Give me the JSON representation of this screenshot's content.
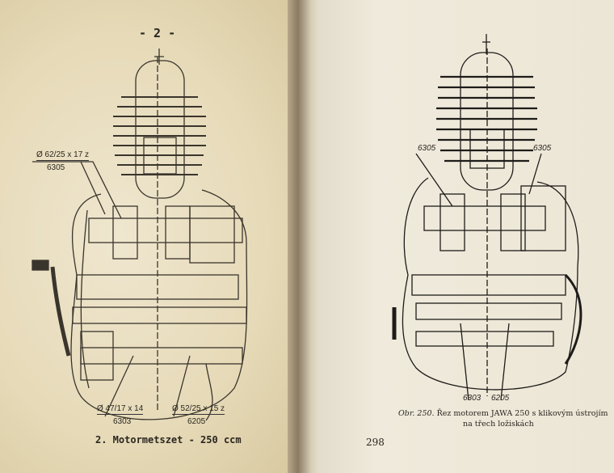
{
  "left_page": {
    "page_number": "- 2 -",
    "bearing_top": {
      "dimension": "Ø 62/25 x 17 z",
      "code": "6305"
    },
    "bearing_bottom_left": {
      "dimension": "Ø 47/17 x 14",
      "code": "6303"
    },
    "bearing_bottom_right": {
      "dimension": "Ø 52/25 x 15 z",
      "code": "6205"
    },
    "caption": "2. Motormetszet - 250 ccm"
  },
  "right_page": {
    "labels": {
      "top_left": "6305",
      "top_right": "6305",
      "bottom_left": "6303",
      "bottom_right": "6205"
    },
    "caption_prefix": "Obr. 250.",
    "caption_line1": "Řez motorem JAWA 250 s klikovým ústrojím",
    "caption_line2": "na třech ložiskách",
    "page_number": "298"
  }
}
